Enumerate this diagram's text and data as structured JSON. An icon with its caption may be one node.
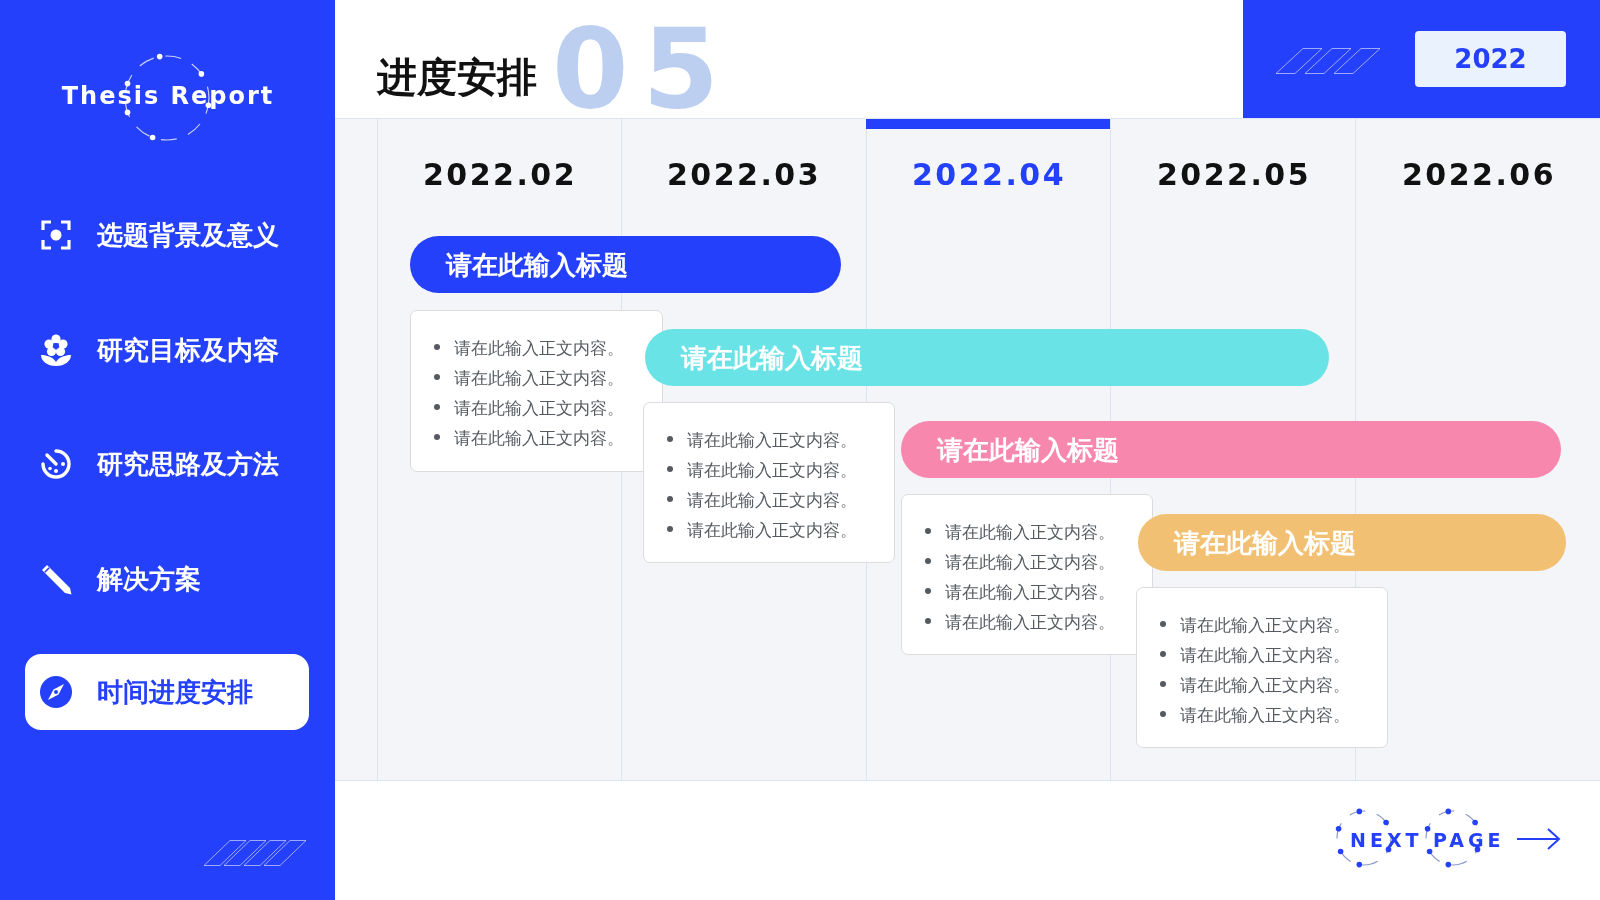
{
  "diagram": {
    "title": "进度安排",
    "nodes": [
      {
        "text": [
          "时间进度安排"
        ]
      },
      {
        "text": [
          "2022"
        ]
      },
      {
        "text": [
          "请在此输入标题"
        ]
      },
      {
        "text": [
          "请在此输入正文内容。",
          "请在此输入正文内容。",
          "请在此输入正文内容。",
          "请在此输入正文内容。"
        ]
      },
      {
        "text": [
          "请在此输入标题"
        ]
      },
      {
        "text": [
          "请在此输入正文内容。",
          "请在此输入正文内容。",
          "请在此输入正文内容。",
          "请在此输入正文内容。"
        ]
      },
      {
        "text": [
          "请在此输入标题"
        ]
      },
      {
        "text": [
          "请在此输入正文内容。",
          "请在此输入正文内容。",
          "请在此输入正文内容。",
          "请在此输入正文内容。"
        ]
      },
      {
        "text": [
          "请在此输入标题"
        ]
      },
      {
        "text": [
          "请在此输入正文内容。",
          "请在此输入正文内容。",
          "请在此输入正文内容。",
          "请在此输入正文内容。"
        ]
      }
    ],
    "labels": [
      "Thesis Report",
      "选题背景及意义",
      "研究目标及内容",
      "研究思路及方法",
      "解决方案",
      "05",
      "2022.02",
      "2022.03",
      "2022.04",
      "2022.05",
      "2022.06",
      "NEXT PAGE"
    ]
  }
}
